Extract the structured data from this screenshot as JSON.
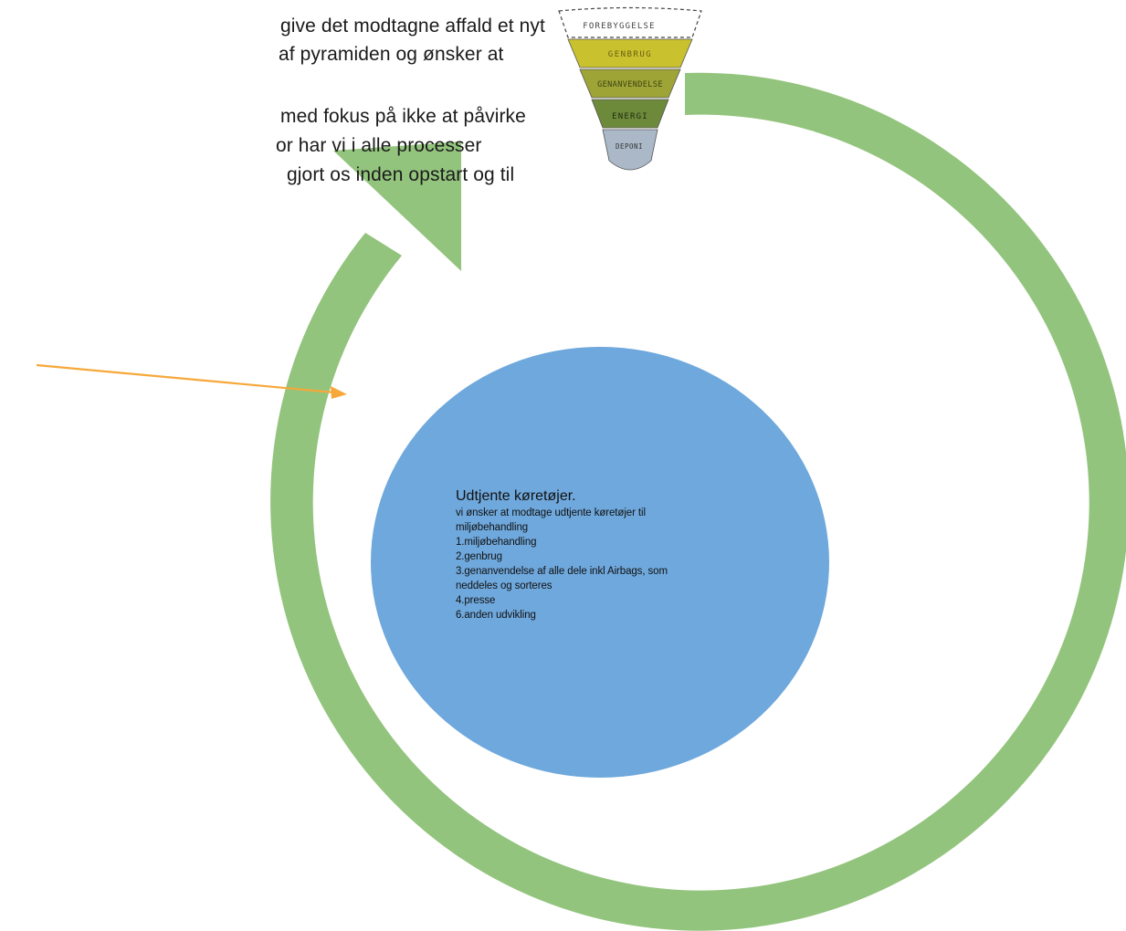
{
  "intro_text": [
    "give det modtagne affald et nyt",
    "af pyramiden og ønsker at",
    "",
    "med fokus på ikke at påvirke",
    "or har vi i alle processer",
    "gjort os inden opstart og til"
  ],
  "pyramid": {
    "levels": [
      {
        "label": "FOREBYGGELSE",
        "color": "#ffffff"
      },
      {
        "label": "GENBRUG",
        "color": "#c9c12e"
      },
      {
        "label": "GENANVENDELSE",
        "color": "#9ea436"
      },
      {
        "label": "ENERGI",
        "color": "#6d8a3a"
      },
      {
        "label": "DEPONI",
        "color": "#aab8c8"
      }
    ]
  },
  "center_circle": {
    "title": "Udtjente køretøjer.",
    "lines": [
      "vi ønsker at modtage udtjente køretøjer til",
      "miljøbehandling",
      "1.miljøbehandling",
      "2.genbrug",
      "3.genanvendelse af alle dele inkl Airbags, som",
      "neddeles og sorteres",
      "4.presse",
      "6.anden udvikling"
    ],
    "color": "#6fa8dc"
  },
  "colors": {
    "cycle_arrow": "#93c47d",
    "pointer_arrow": "#f6a83a"
  }
}
